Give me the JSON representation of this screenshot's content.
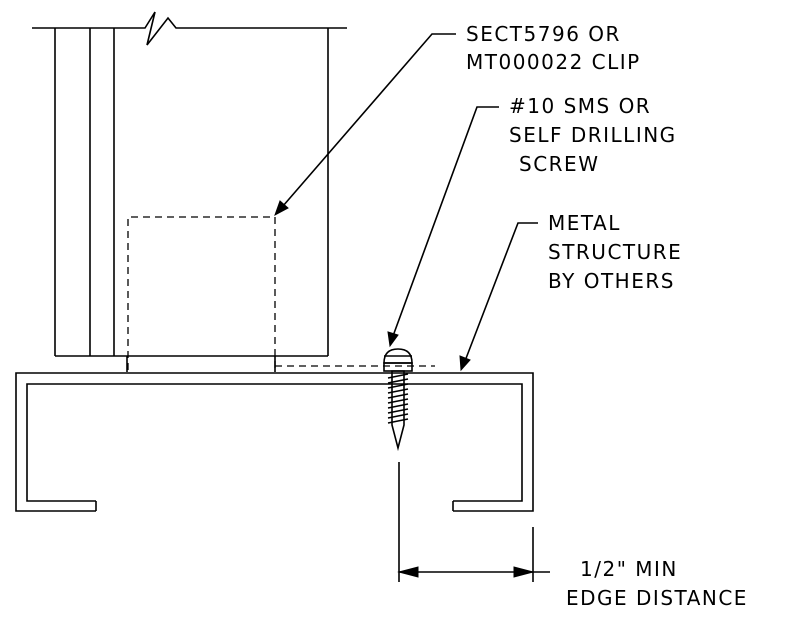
{
  "callouts": {
    "clip": [
      "SECT5796 OR",
      "MT000022 CLIP"
    ],
    "screw": [
      "#10 SMS OR",
      "SELF DRILLING",
      "SCREW"
    ],
    "structure": [
      "METAL",
      "STRUCTURE",
      "BY OTHERS"
    ],
    "edge": [
      "1/2\" MIN",
      "EDGE DISTANCE"
    ]
  }
}
